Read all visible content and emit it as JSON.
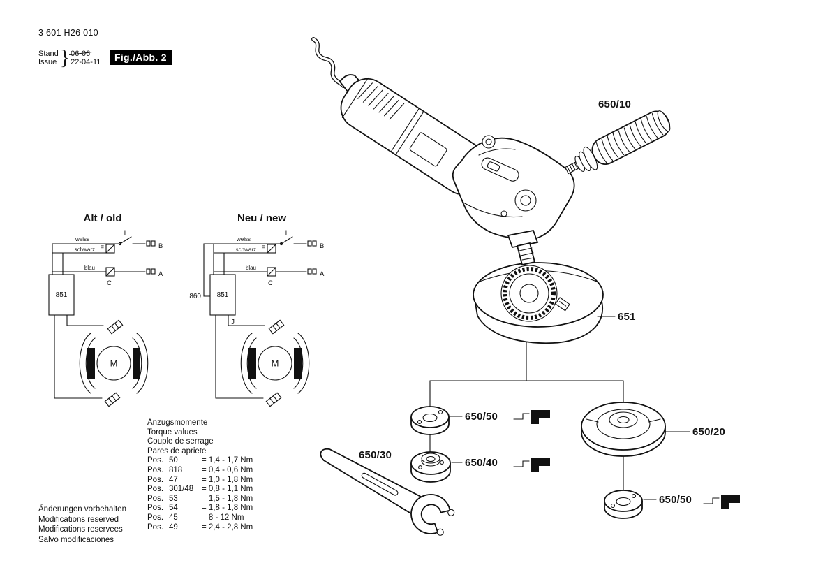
{
  "ink_color": "#111111",
  "header": {
    "part_number": "3 601 H26 010",
    "stand_label": "Stand",
    "issue_label": "Issue",
    "stand_date": "06-06",
    "issue_date": "22-04-11",
    "brace": "}",
    "fig_label": "Fig./Abb. 2"
  },
  "wiring": {
    "old_title": "Alt / old",
    "new_title": "Neu / new",
    "labels": {
      "weiss": "weiss",
      "schwarz": "schwarz",
      "blau": "blau",
      "f": "F",
      "i": "I",
      "b": "B",
      "a": "A",
      "c": "C",
      "m": "M",
      "j": "J",
      "box_851": "851",
      "box_860": "860"
    }
  },
  "parts": {
    "handle": "650/10",
    "guard": "651",
    "flange_top": "650/50",
    "clamp_nut": "650/40",
    "wrench": "650/30",
    "backing_pad": "650/20",
    "flange_bottom": "650/50"
  },
  "torque": {
    "title_de": "Anzugsmomente",
    "title_en": "Torque values",
    "title_fr": "Couple de serrage",
    "title_es": "Pares de apriete",
    "rows": [
      {
        "pos": "Pos.",
        "num": "50",
        "value": "= 1,4 - 1,7 Nm"
      },
      {
        "pos": "Pos.",
        "num": "818",
        "value": "= 0,4 - 0,6 Nm"
      },
      {
        "pos": "Pos.",
        "num": "47",
        "value": "= 1,0 - 1,8 Nm"
      },
      {
        "pos": "Pos.",
        "num": "301/48",
        "value": "= 0,8 - 1,1 Nm"
      },
      {
        "pos": "Pos.",
        "num": "53",
        "value": "= 1,5 - 1,8 Nm"
      },
      {
        "pos": "Pos.",
        "num": "54",
        "value": "= 1,8 - 1,8 Nm"
      },
      {
        "pos": "Pos.",
        "num": "45",
        "value": "= 8 - 12 Nm"
      },
      {
        "pos": "Pos.",
        "num": "49",
        "value": "= 2,4 - 2,8 Nm"
      }
    ]
  },
  "footer": {
    "line1": "Änderungen vorbehalten",
    "line2": "Modifications reserved",
    "line3": "Modifications reservees",
    "line4": "Salvo modificaciones"
  }
}
